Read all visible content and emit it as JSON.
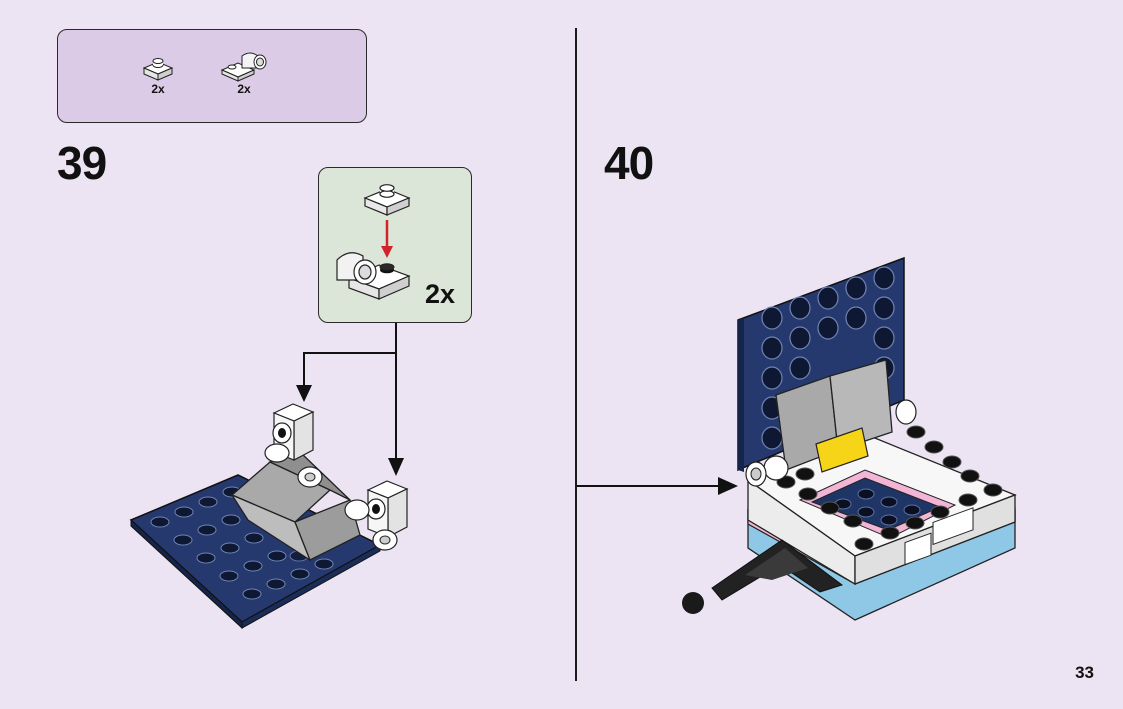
{
  "parts_list": {
    "items": [
      {
        "icon": "plate-1x1-icon",
        "quantity": "2x"
      },
      {
        "icon": "bracket-with-pin-hole-icon",
        "quantity": "2x"
      }
    ]
  },
  "steps": [
    {
      "number": "39",
      "subassembly_quantity": "2x"
    },
    {
      "number": "40"
    }
  ],
  "page_number": "33",
  "colors": {
    "background": "#ede4f3",
    "parts_box": "#dccbe6",
    "subassembly_box": "#dce6d8",
    "dark_blue": "#1f3566",
    "light_gray": "#a6a6a6",
    "pink": "#f3b5d6",
    "light_blue": "#8fc8e6",
    "yellow": "#f6d418",
    "arrow_red": "#d2232a"
  }
}
